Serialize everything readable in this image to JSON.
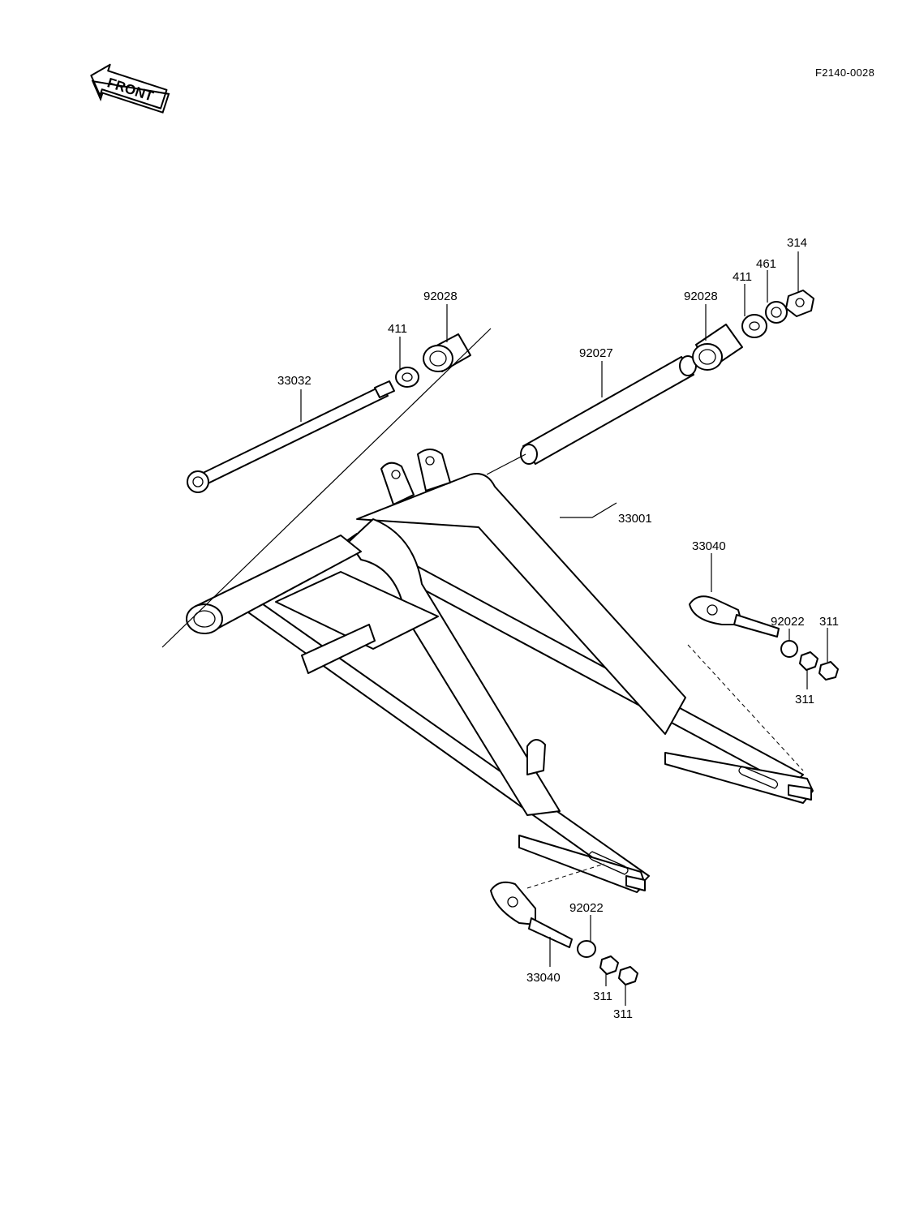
{
  "ref_code": "F2140-0028",
  "front_label": "FRONT",
  "labels": {
    "swingarm": "33001",
    "pivot_shaft": "33032",
    "sleeve": "92027",
    "bushing_left": "92028",
    "bushing_right": "92028",
    "washer_left": "411",
    "washer_right": "411",
    "washer_461": "461",
    "nut_314": "314",
    "adjuster_right": "33040",
    "adjuster_left": "33040",
    "washer_right_adj": "92022",
    "washer_left_adj": "92022",
    "nut_r_upper": "311",
    "nut_r_lower": "311",
    "nut_l_upper": "311",
    "nut_l_lower": "311"
  }
}
